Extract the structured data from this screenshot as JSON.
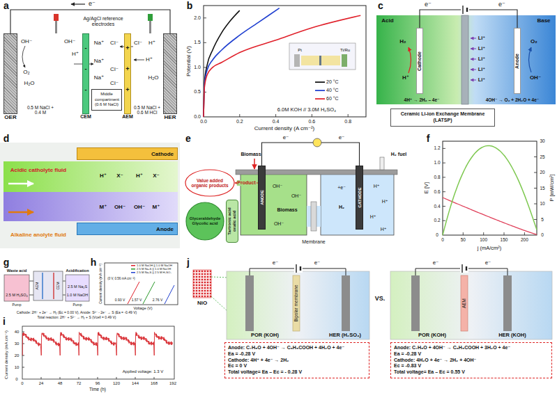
{
  "diagram": {
    "nodes": [
      {
        "text": [
          "OER"
        ]
      },
      {
        "text": [
          "CEM"
        ]
      },
      {
        "text": [
          "Middle compartment (0.6 M NaCl)"
        ]
      },
      {
        "text": [
          "AEM"
        ]
      },
      {
        "text": [
          "HER"
        ]
      },
      {
        "text": [
          "Cathode"
        ]
      },
      {
        "text": [
          "Anode"
        ]
      },
      {
        "text": [
          "Ceramic Li-ion Exchange Membrane (LATSP)"
        ]
      },
      {
        "text": [
          "Cathode"
        ]
      },
      {
        "text": [
          "Anode"
        ]
      },
      {
        "text": [
          "Value added organic products"
        ]
      },
      {
        "text": [
          "Glyceraldehyde Glycolic acid"
        ]
      },
      {
        "text": [
          "Tartronic acid oxalic acid"
        ]
      },
      {
        "text": [
          "ANODE"
        ]
      },
      {
        "text": [
          "CATHODE"
        ]
      },
      {
        "text": [
          "Anode: C₇H₈O + 4OH⁻ → C₆H₅COOH + 4H₂O + 4e⁻",
          "Ea = -0.28 V",
          "Cathode: 4H⁺ + 4e⁻ → 2H₂",
          "Ec = 0 V",
          "Total voltage= Ea – Ec = - 0.28 V"
        ]
      },
      {
        "text": [
          "Anode: C₇H₈O + 4OH⁻ → C₆H₅COOH + 3H₂O + 4e⁻",
          "Ea = -0.28 V",
          "Cathode: 4H₂O + 4e⁻ → 2H₂ + 4OH⁻",
          "Ec = -0.83 V",
          "Total voltage= Ea – Ec = 0.55 V"
        ]
      }
    ],
    "edges": [
      {
        "from": 0,
        "to": 4,
        "arrow": "none"
      },
      {
        "from": 5,
        "to": 6,
        "arrow": "none"
      },
      {
        "from": 13,
        "to": 14,
        "arrow": "none"
      },
      {
        "from": 13,
        "to": 10,
        "label": "Product",
        "arrow": "to"
      }
    ],
    "labels": [
      "a",
      "b",
      "c",
      "d",
      "e",
      "f",
      "g",
      "h",
      "i",
      "j",
      "e⁻",
      "Ag/AgCl reference electrodes",
      "OH⁻",
      "OH⁻",
      "H⁺",
      "Na⁺",
      "Cl⁻",
      "Cl⁻",
      "H⁺",
      "H⁺",
      "Na⁺",
      "Cl⁻",
      "Na⁺",
      "Cl⁻",
      "O₂",
      "H₂O",
      "H₂O",
      "0.5 M NaCl + 0.4 M",
      "0.5 M NaCl + 0.6 M HCl",
      "-",
      "-",
      "-",
      "+",
      "+",
      "+",
      "0.0",
      "0.5",
      "1.0",
      "1.5",
      "2.0",
      "0.0",
      "0.2",
      "0.4",
      "0.6",
      "0.8",
      "Potential (V)",
      "Current density (A cm⁻²)",
      "6.0M KOH // 3.0M H₂SO₄",
      "Pt",
      "Ti/Ru",
      "e⁻",
      "e⁻",
      "Acid",
      "Base",
      "H₂",
      "H⁺",
      "O₂",
      "OH⁻",
      "Li⁺",
      "Li⁺",
      "Li⁺",
      "Li⁺",
      "Li⁺",
      "4H⁺ → 2H₂ – 4e⁻",
      "4OH⁻ → O₂ + 2H₂O + 4e⁻",
      "Acidic catholyte fluid",
      "H⁺",
      "X⁻",
      "H⁺",
      "X⁻",
      "M⁺",
      "OH⁻",
      "OH⁻",
      "M⁺",
      "Alkaline anolyte fluid",
      "Biomass",
      "e⁻",
      "e⁻",
      "H₂ fuel",
      "OH⁻",
      "OH⁻",
      "Biomass",
      "OH⁻",
      "+e⁻",
      "H₂",
      "H⁺",
      "H⁺",
      "H⁺",
      "H⁺",
      "Membrane",
      "0",
      "0.2",
      "0.4",
      "0.6",
      "0.8",
      "1.0",
      "1.2",
      "0",
      "5",
      "10",
      "15",
      "20",
      "25",
      "30",
      "0",
      "50",
      "100",
      "150",
      "200",
      "E [V]",
      "P [mW/cm²]",
      "j (mA/cm²)",
      "Waste acid",
      "2.5 M H₂SO₄",
      "AEM",
      "CEM",
      "Acidification",
      "2.5 M Na₂S",
      "1.0 M NaOH",
      "Pump",
      "Pump",
      "Cathode: 2H⁺ + 2e⁻ → H₂ (Ec = 0.00 V), Anode: S²⁻ - 2e⁻ → S (Ea = -0.49 V)",
      "Total reaction: 2H⁺ + S²⁻ → H₂ + S (Vcell = 0.49 V)",
      "Current density (mA cm⁻²)",
      "Voltage (V)",
      "(0 V, 0.56 mA cm⁻²)",
      "0.93 V",
      "1.57 V",
      "2.76 V",
      "0",
      "10",
      "20",
      "30",
      "40",
      "0",
      "24",
      "48",
      "72",
      "96",
      "120",
      "144",
      "168",
      "192",
      "Current density (mA cm⁻²)",
      "Time (h)",
      "Applied voltage: 1.3 V",
      "NiO",
      "POR (KOH)",
      "HER (H₂SO₄)",
      "Bipolar membrane",
      "VS.",
      "POR (KOH)",
      "HER (KOH)",
      "AEM",
      "e⁻",
      "e⁻",
      "e⁻",
      "e⁻"
    ],
    "legend": [
      {
        "text": "20 °C"
      },
      {
        "text": "40 °C"
      },
      {
        "text": "60 °C"
      },
      {
        "text": "1.0 M NaOH || 1.0 M NaOH"
      },
      {
        "text": "2.5 M Na₂S || 1.0 M NaOH"
      },
      {
        "text": "2.5 M Na₂S || 2.5 M H₂SO₄"
      }
    ]
  }
}
